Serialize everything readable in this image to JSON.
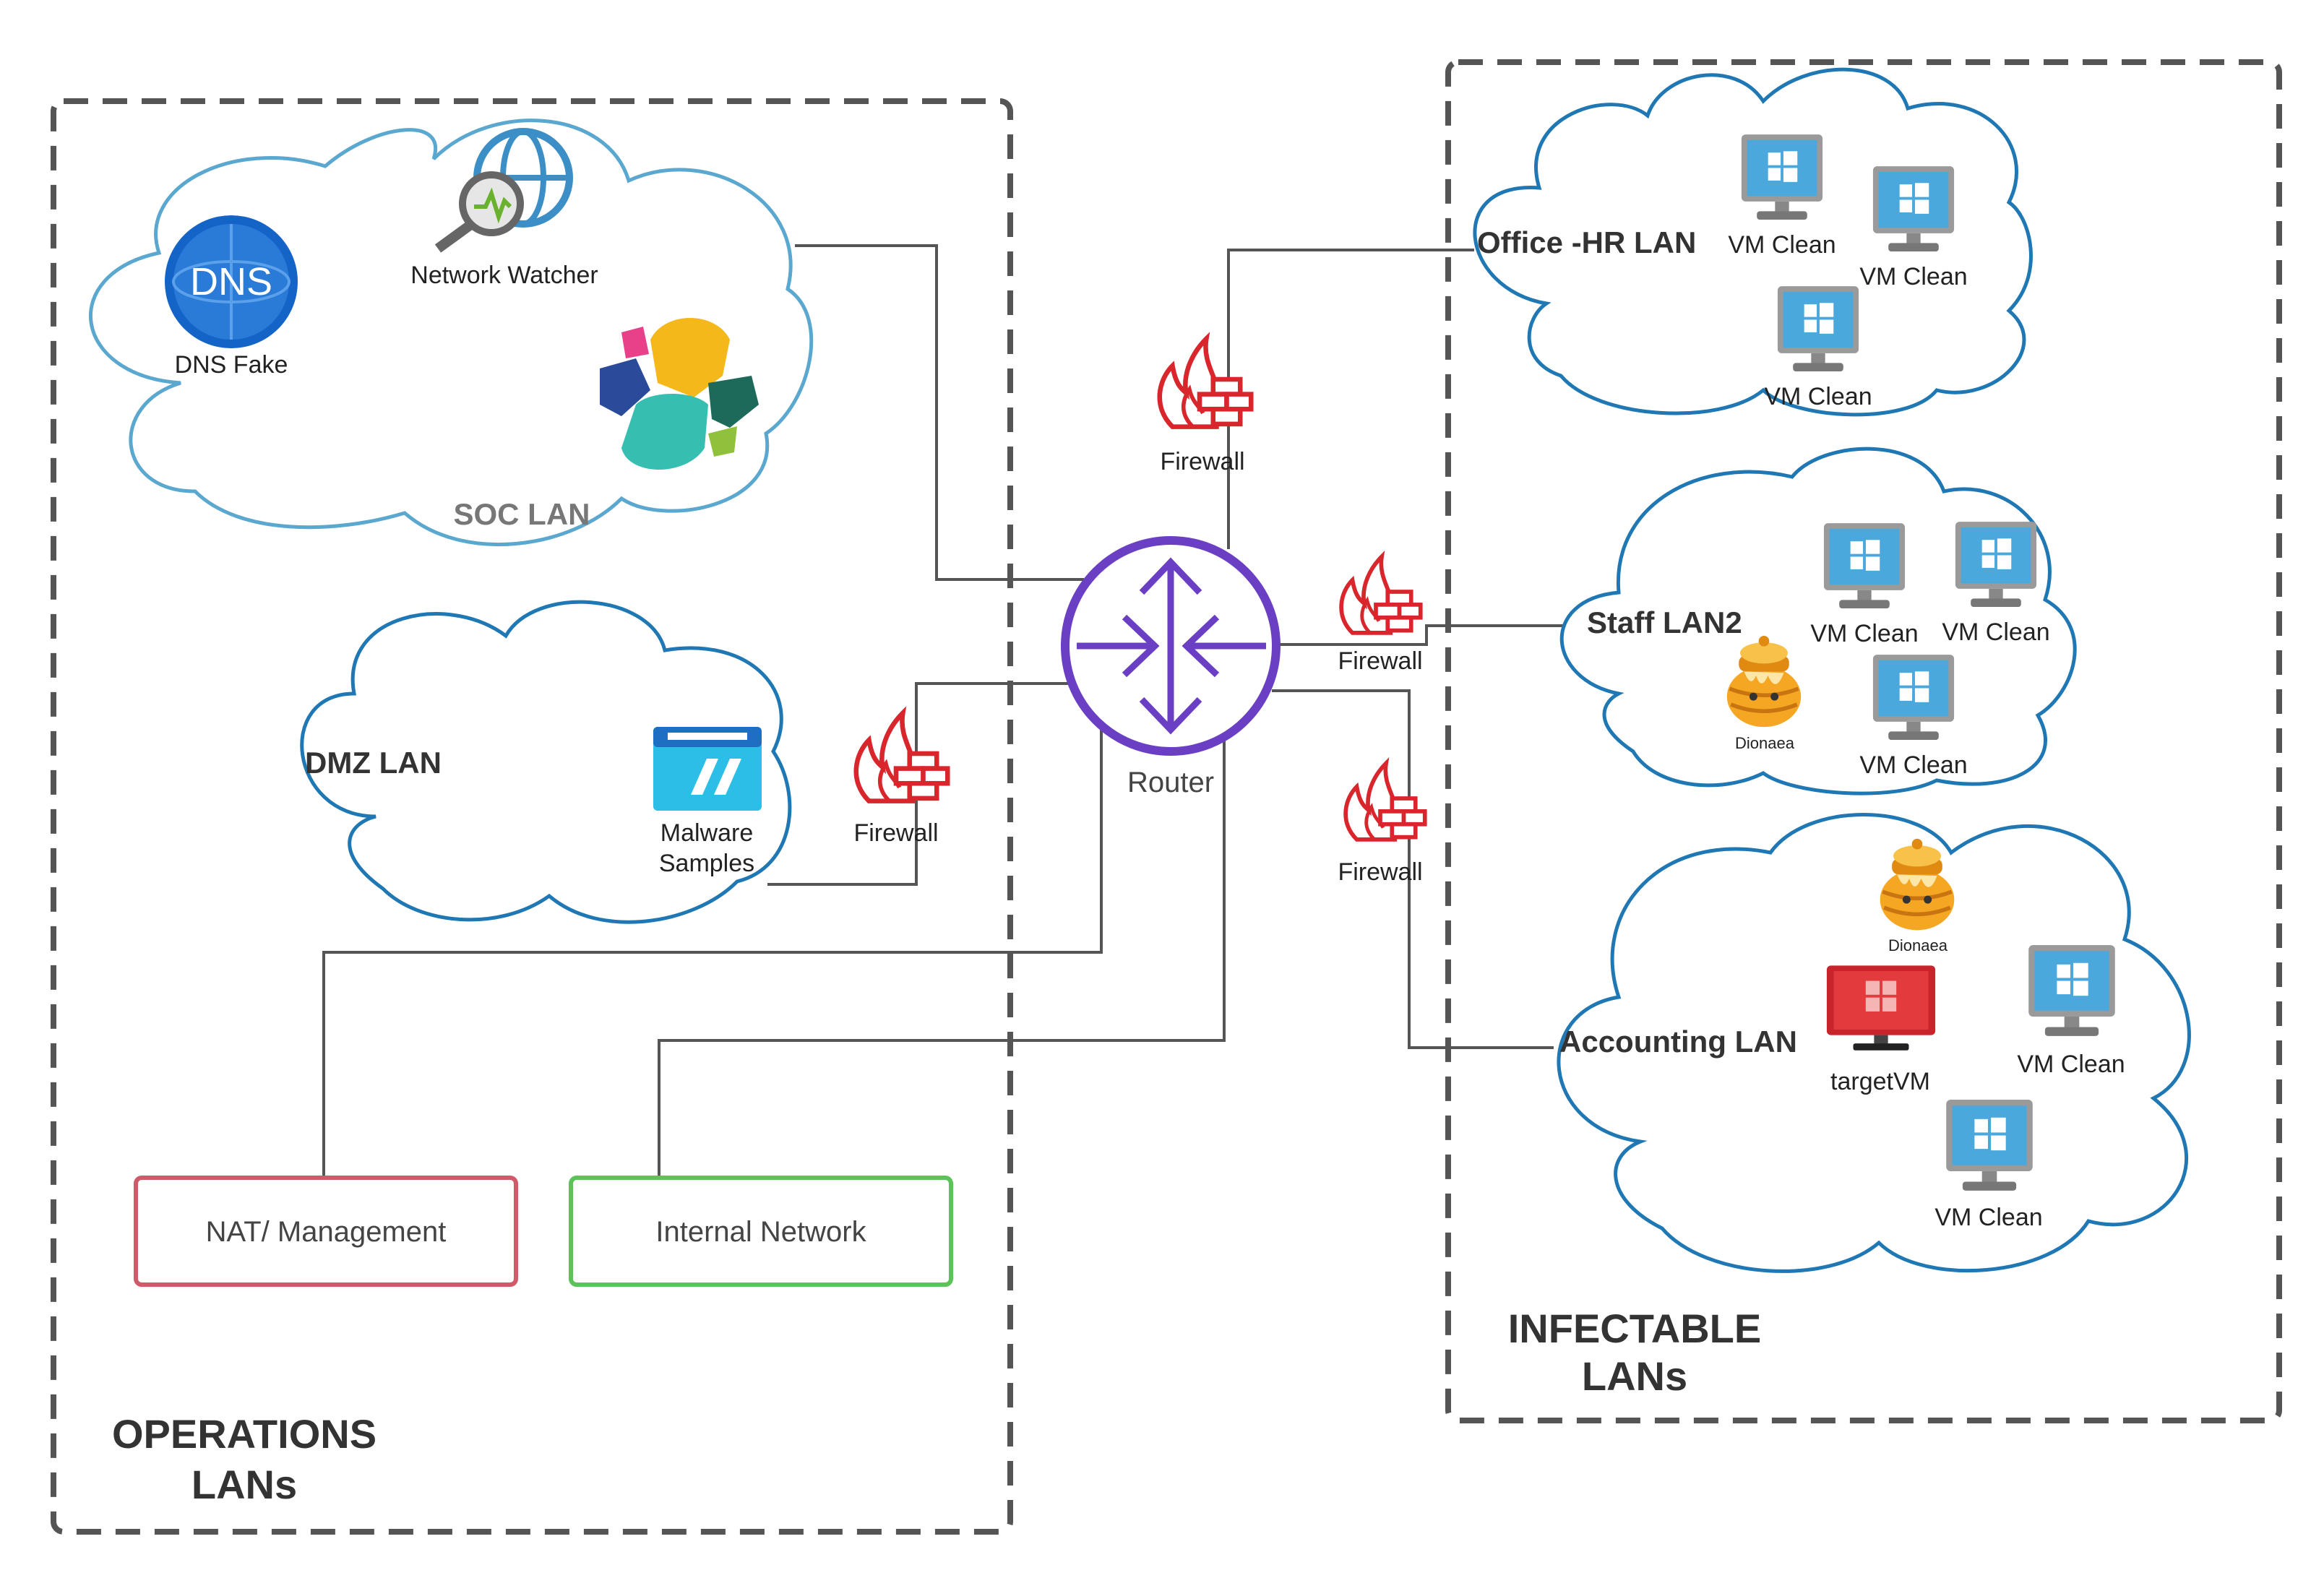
{
  "operations_group": {
    "title_line1": "OPERATIONS",
    "title_line2": "LANs"
  },
  "infectable_group": {
    "title_line1": "INFECTABLE",
    "title_line2": "LANs"
  },
  "router": {
    "label": "Router",
    "color": "#6a3fc4"
  },
  "soc_lan": {
    "title": "SOC LAN",
    "dns_icon_text": "DNS",
    "dns_label": "DNS Fake",
    "watcher_label": "Network Watcher"
  },
  "dmz_lan": {
    "title": "DMZ LAN",
    "malware_label_line1": "Malware",
    "malware_label_line2": "Samples"
  },
  "firewalls": {
    "label": "Firewall",
    "color": "#d9262c"
  },
  "nat_box": {
    "label": "NAT/ Management",
    "border_color": "#d0596a"
  },
  "internal_box": {
    "label": "Internal Network",
    "border_color": "#5cc25a"
  },
  "office_hr_lan": {
    "title": "Office -HR LAN",
    "vm_labels": [
      "VM Clean",
      "VM Clean",
      "VM Clean"
    ]
  },
  "staff_lan2": {
    "title": "Staff LAN2",
    "vm_labels": [
      "VM Clean",
      "VM Clean",
      "VM Clean"
    ],
    "honeypot_label": "Dionaea"
  },
  "accounting_lan": {
    "title": "Accounting LAN",
    "vm_labels": [
      "VM Clean",
      "VM Clean"
    ],
    "honeypot_label": "Dionaea",
    "target_label": "targetVM"
  }
}
